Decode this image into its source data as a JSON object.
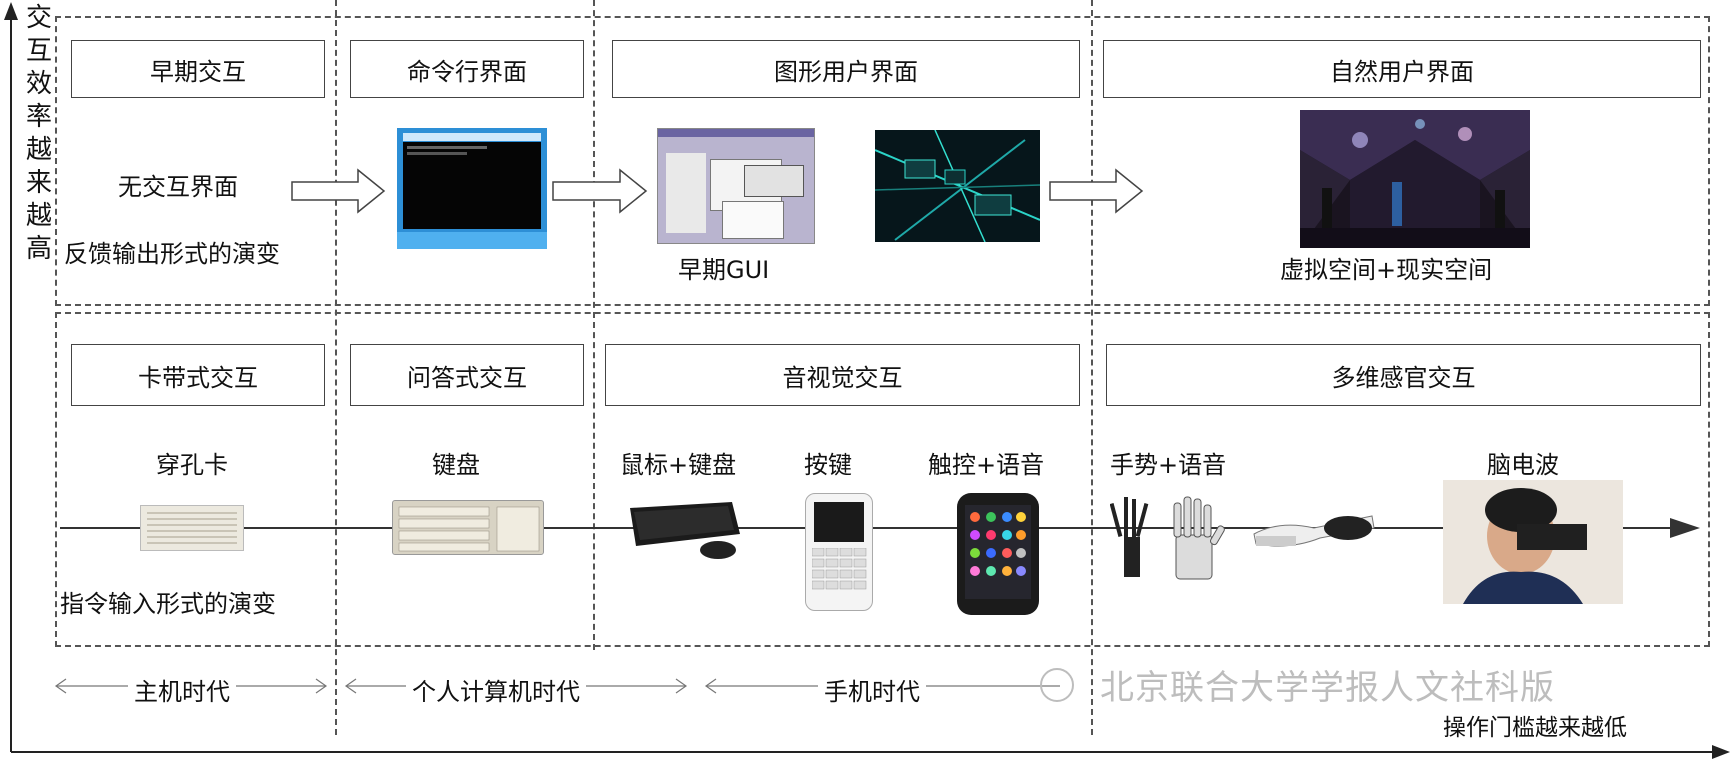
{
  "axes": {
    "y_label": "交互效率越来越高",
    "x_label": "操作门槛越来越低"
  },
  "top_row": {
    "headers": [
      "早期交互",
      "命令行界面",
      "图形用户界面",
      "自然用户界面"
    ],
    "no_interface_label": "无交互界面",
    "evolution_label": "反馈输出形式的演变",
    "early_gui_caption": "早期GUI",
    "natural_caption": "虚拟空间+现实空间"
  },
  "bottom_row": {
    "headers": [
      "卡带式交互",
      "问答式交互",
      "音视觉交互",
      "多维感官交互"
    ],
    "evolution_label": "指令输入形式的演变",
    "devices": [
      "穿孔卡",
      "键盘",
      "鼠标+键盘",
      "按键",
      "触控+语音",
      "手势+语音",
      "脑电波"
    ]
  },
  "eras": [
    "主机时代",
    "个人计算机时代",
    "手机时代"
  ],
  "watermark": "北京联合大学学报人文社科版"
}
